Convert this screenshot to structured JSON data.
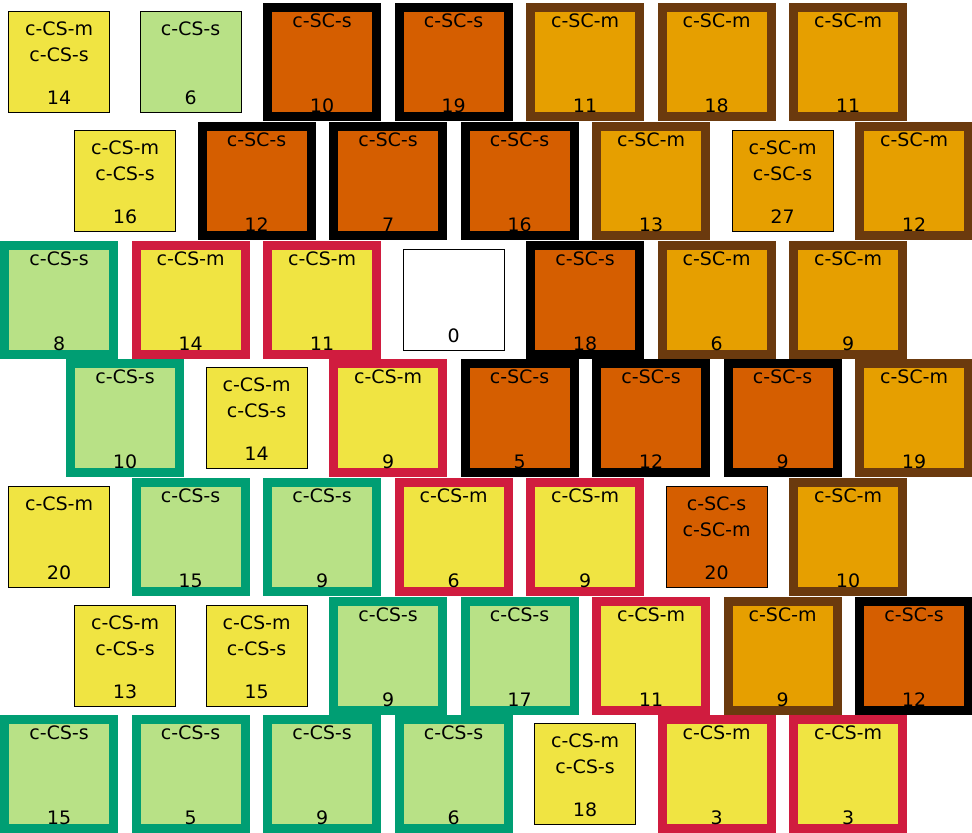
{
  "palette": {
    "fill": {
      "c-CS-m": "#f0e442",
      "c-CS-s": "#b8e186",
      "c-SC-s": "#d55e00",
      "c-SC-m": "#e69f00",
      "empty": "#ffffff"
    },
    "border": {
      "green": "#009e73",
      "red": "#d01c3f",
      "black": "#000000",
      "brown": "#6b3a0e",
      "thin": "#000000"
    }
  },
  "rows": [
    [
      {
        "labels": [
          "c-CS-m",
          "c-CS-s"
        ],
        "count": "14",
        "fill": "c-CS-m",
        "border": "thin"
      },
      {
        "labels": [
          "c-CS-s"
        ],
        "count": "6",
        "fill": "c-CS-s",
        "border": "thin"
      },
      {
        "labels": [
          "c-SC-s"
        ],
        "count": "10",
        "fill": "c-SC-s",
        "border": "black"
      },
      {
        "labels": [
          "c-SC-s"
        ],
        "count": "19",
        "fill": "c-SC-s",
        "border": "black"
      },
      {
        "labels": [
          "c-SC-m"
        ],
        "count": "11",
        "fill": "c-SC-m",
        "border": "brown"
      },
      {
        "labels": [
          "c-SC-m"
        ],
        "count": "18",
        "fill": "c-SC-m",
        "border": "brown"
      },
      {
        "labels": [
          "c-SC-m"
        ],
        "count": "11",
        "fill": "c-SC-m",
        "border": "brown"
      }
    ],
    [
      {
        "labels": [
          "c-CS-m",
          "c-CS-s"
        ],
        "count": "16",
        "fill": "c-CS-m",
        "border": "thin"
      },
      {
        "labels": [
          "c-SC-s"
        ],
        "count": "12",
        "fill": "c-SC-s",
        "border": "black"
      },
      {
        "labels": [
          "c-SC-s"
        ],
        "count": "7",
        "fill": "c-SC-s",
        "border": "black"
      },
      {
        "labels": [
          "c-SC-s"
        ],
        "count": "16",
        "fill": "c-SC-s",
        "border": "black"
      },
      {
        "labels": [
          "c-SC-m"
        ],
        "count": "13",
        "fill": "c-SC-m",
        "border": "brown"
      },
      {
        "labels": [
          "c-SC-m",
          "c-SC-s"
        ],
        "count": "27",
        "fill": "c-SC-m",
        "border": "thin"
      },
      {
        "labels": [
          "c-SC-m"
        ],
        "count": "12",
        "fill": "c-SC-m",
        "border": "brown"
      }
    ],
    [
      {
        "labels": [
          "c-CS-s"
        ],
        "count": "8",
        "fill": "c-CS-s",
        "border": "green"
      },
      {
        "labels": [
          "c-CS-m"
        ],
        "count": "14",
        "fill": "c-CS-m",
        "border": "red"
      },
      {
        "labels": [
          "c-CS-m"
        ],
        "count": "11",
        "fill": "c-CS-m",
        "border": "red"
      },
      {
        "labels": [],
        "count": "0",
        "fill": "empty",
        "border": "thin"
      },
      {
        "labels": [
          "c-SC-s"
        ],
        "count": "18",
        "fill": "c-SC-s",
        "border": "black"
      },
      {
        "labels": [
          "c-SC-m"
        ],
        "count": "6",
        "fill": "c-SC-m",
        "border": "brown"
      },
      {
        "labels": [
          "c-SC-m"
        ],
        "count": "9",
        "fill": "c-SC-m",
        "border": "brown"
      }
    ],
    [
      {
        "labels": [
          "c-CS-s"
        ],
        "count": "10",
        "fill": "c-CS-s",
        "border": "green"
      },
      {
        "labels": [
          "c-CS-m",
          "c-CS-s"
        ],
        "count": "14",
        "fill": "c-CS-m",
        "border": "thin"
      },
      {
        "labels": [
          "c-CS-m"
        ],
        "count": "9",
        "fill": "c-CS-m",
        "border": "red"
      },
      {
        "labels": [
          "c-SC-s"
        ],
        "count": "5",
        "fill": "c-SC-s",
        "border": "black"
      },
      {
        "labels": [
          "c-SC-s"
        ],
        "count": "12",
        "fill": "c-SC-s",
        "border": "black"
      },
      {
        "labels": [
          "c-SC-s"
        ],
        "count": "9",
        "fill": "c-SC-s",
        "border": "black"
      },
      {
        "labels": [
          "c-SC-m"
        ],
        "count": "19",
        "fill": "c-SC-m",
        "border": "brown"
      }
    ],
    [
      {
        "labels": [
          "c-CS-m"
        ],
        "count": "20",
        "fill": "c-CS-m",
        "border": "thin"
      },
      {
        "labels": [
          "c-CS-s"
        ],
        "count": "15",
        "fill": "c-CS-s",
        "border": "green"
      },
      {
        "labels": [
          "c-CS-s"
        ],
        "count": "9",
        "fill": "c-CS-s",
        "border": "green"
      },
      {
        "labels": [
          "c-CS-m"
        ],
        "count": "6",
        "fill": "c-CS-m",
        "border": "red"
      },
      {
        "labels": [
          "c-CS-m"
        ],
        "count": "9",
        "fill": "c-CS-m",
        "border": "red"
      },
      {
        "labels": [
          "c-SC-s",
          "c-SC-m"
        ],
        "count": "20",
        "fill": "c-SC-s",
        "border": "thin"
      },
      {
        "labels": [
          "c-SC-m"
        ],
        "count": "10",
        "fill": "c-SC-m",
        "border": "brown"
      }
    ],
    [
      {
        "labels": [
          "c-CS-m",
          "c-CS-s"
        ],
        "count": "13",
        "fill": "c-CS-m",
        "border": "thin"
      },
      {
        "labels": [
          "c-CS-m",
          "c-CS-s"
        ],
        "count": "15",
        "fill": "c-CS-m",
        "border": "thin"
      },
      {
        "labels": [
          "c-CS-s"
        ],
        "count": "9",
        "fill": "c-CS-s",
        "border": "green"
      },
      {
        "labels": [
          "c-CS-s"
        ],
        "count": "17",
        "fill": "c-CS-s",
        "border": "green"
      },
      {
        "labels": [
          "c-CS-m"
        ],
        "count": "11",
        "fill": "c-CS-m",
        "border": "red"
      },
      {
        "labels": [
          "c-SC-m"
        ],
        "count": "9",
        "fill": "c-SC-m",
        "border": "brown"
      },
      {
        "labels": [
          "c-SC-s"
        ],
        "count": "12",
        "fill": "c-SC-s",
        "border": "black"
      }
    ],
    [
      {
        "labels": [
          "c-CS-s"
        ],
        "count": "15",
        "fill": "c-CS-s",
        "border": "green"
      },
      {
        "labels": [
          "c-CS-s"
        ],
        "count": "5",
        "fill": "c-CS-s",
        "border": "green"
      },
      {
        "labels": [
          "c-CS-s"
        ],
        "count": "9",
        "fill": "c-CS-s",
        "border": "green"
      },
      {
        "labels": [
          "c-CS-s"
        ],
        "count": "6",
        "fill": "c-CS-s",
        "border": "green"
      },
      {
        "labels": [
          "c-CS-m",
          "c-CS-s"
        ],
        "count": "18",
        "fill": "c-CS-m",
        "border": "thin"
      },
      {
        "labels": [
          "c-CS-m"
        ],
        "count": "3",
        "fill": "c-CS-m",
        "border": "red"
      },
      {
        "labels": [
          "c-CS-m"
        ],
        "count": "3",
        "fill": "c-CS-m",
        "border": "red"
      }
    ]
  ]
}
